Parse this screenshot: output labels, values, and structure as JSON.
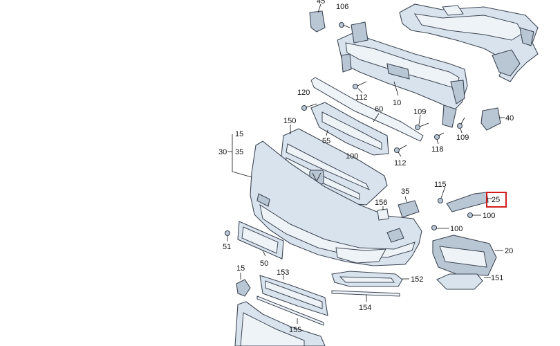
{
  "diagram": {
    "highlighted_callout": "25",
    "colors": {
      "part_fill": "#d9e3ee",
      "part_stroke": "#3d4653",
      "highlight": "#d21c1c"
    },
    "callouts": {
      "c45": "45",
      "c106": "106",
      "c10": "10",
      "c112a": "112",
      "c120": "120",
      "c60": "60",
      "c109a": "109",
      "c109b": "109",
      "c40": "40",
      "c15a": "15",
      "c30": "30",
      "c35a": "35",
      "c150": "150",
      "c55": "55",
      "c100a": "100",
      "c118": "118",
      "c112b": "112",
      "c115": "115",
      "c25": "25",
      "c35b": "35",
      "c156": "156",
      "c100b": "100",
      "c100c": "100",
      "c51": "51",
      "c50": "50",
      "c20": "20",
      "c15b": "15",
      "c153": "153",
      "c152": "152",
      "c151": "151",
      "c154": "154",
      "c155": "155"
    }
  }
}
